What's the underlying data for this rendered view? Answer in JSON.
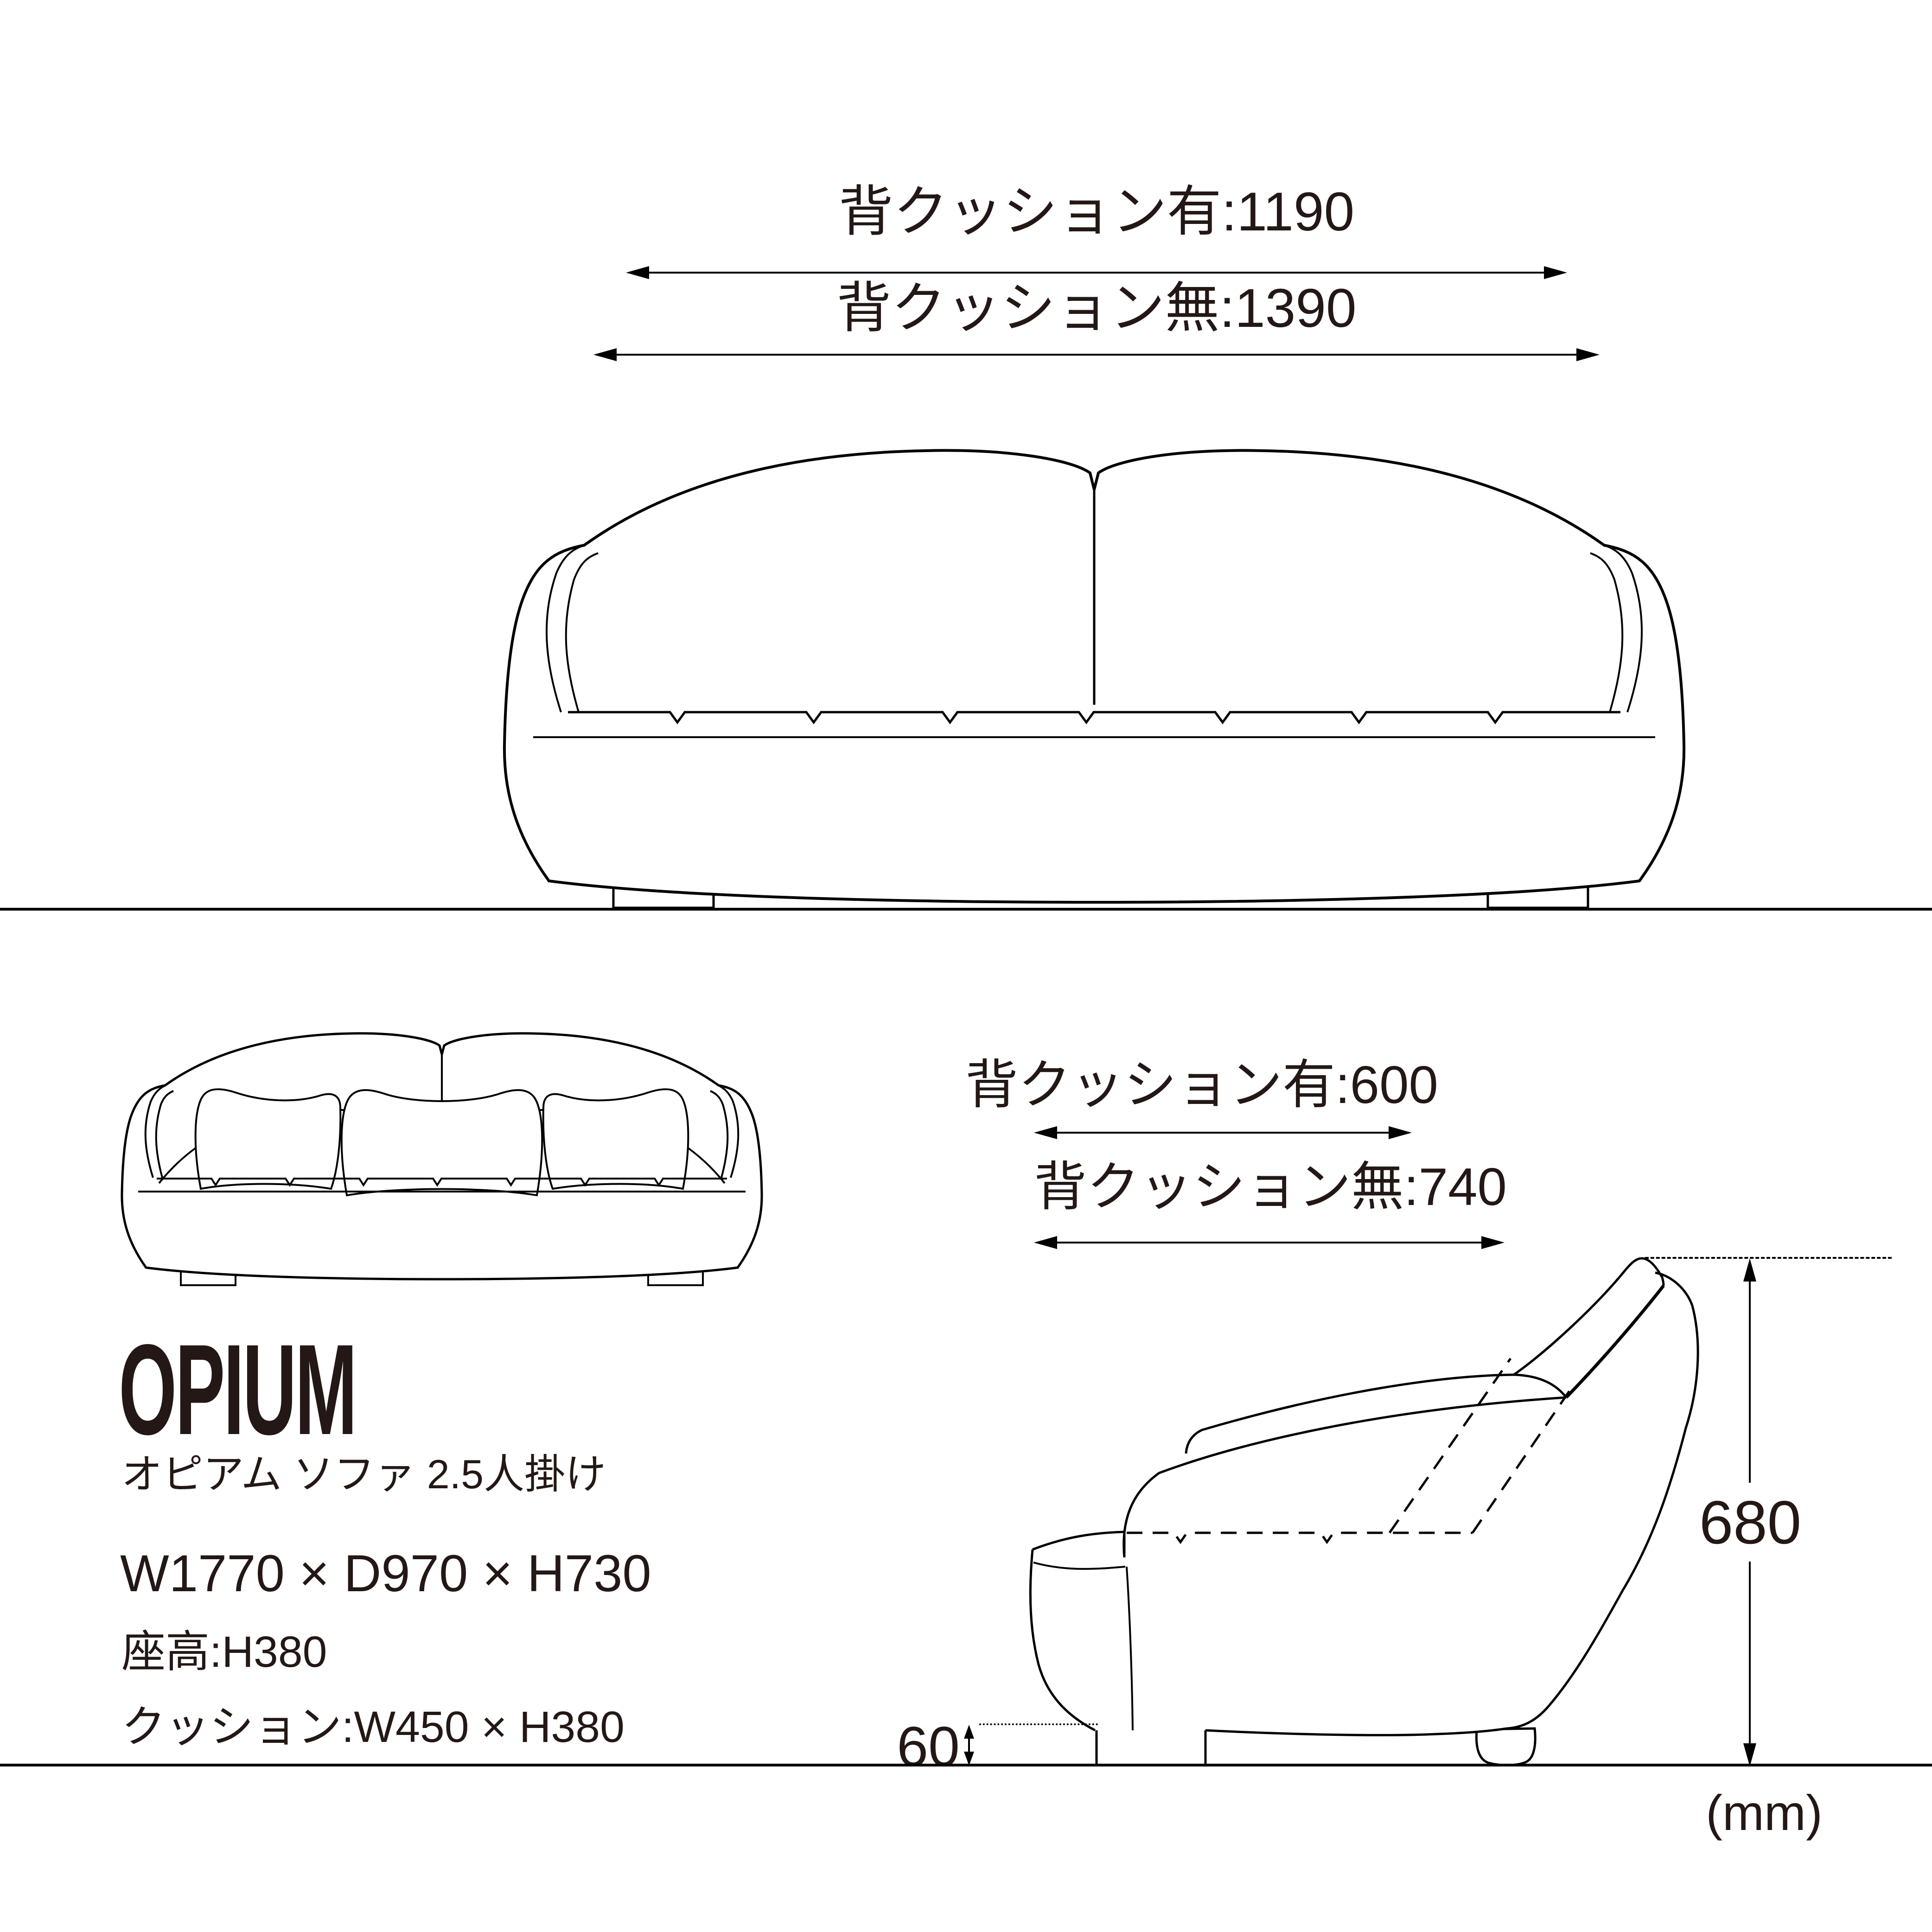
{
  "colors": {
    "ink": "#231815",
    "line": "#000000",
    "background": "#ffffff"
  },
  "front_view": {
    "dim_width_with_back_cushion": "背クッション有:1190",
    "dim_width_without_back_cushion": "背クッション無:1390"
  },
  "side_view": {
    "dim_depth_with_back_cushion": "背クッション有:600",
    "dim_depth_without_back_cushion": "背クッション無:740",
    "dim_overall_height": "680",
    "dim_leg_height": "60"
  },
  "product": {
    "name": "OPIUM",
    "subtitle_ja": "オピアム ソファ 2.5人掛け",
    "overall_size": "W1770 × D970 × H730",
    "seat_height": "座高:H380",
    "cushion_size": "クッション:W450 × H380"
  },
  "unit_note": "(mm)"
}
